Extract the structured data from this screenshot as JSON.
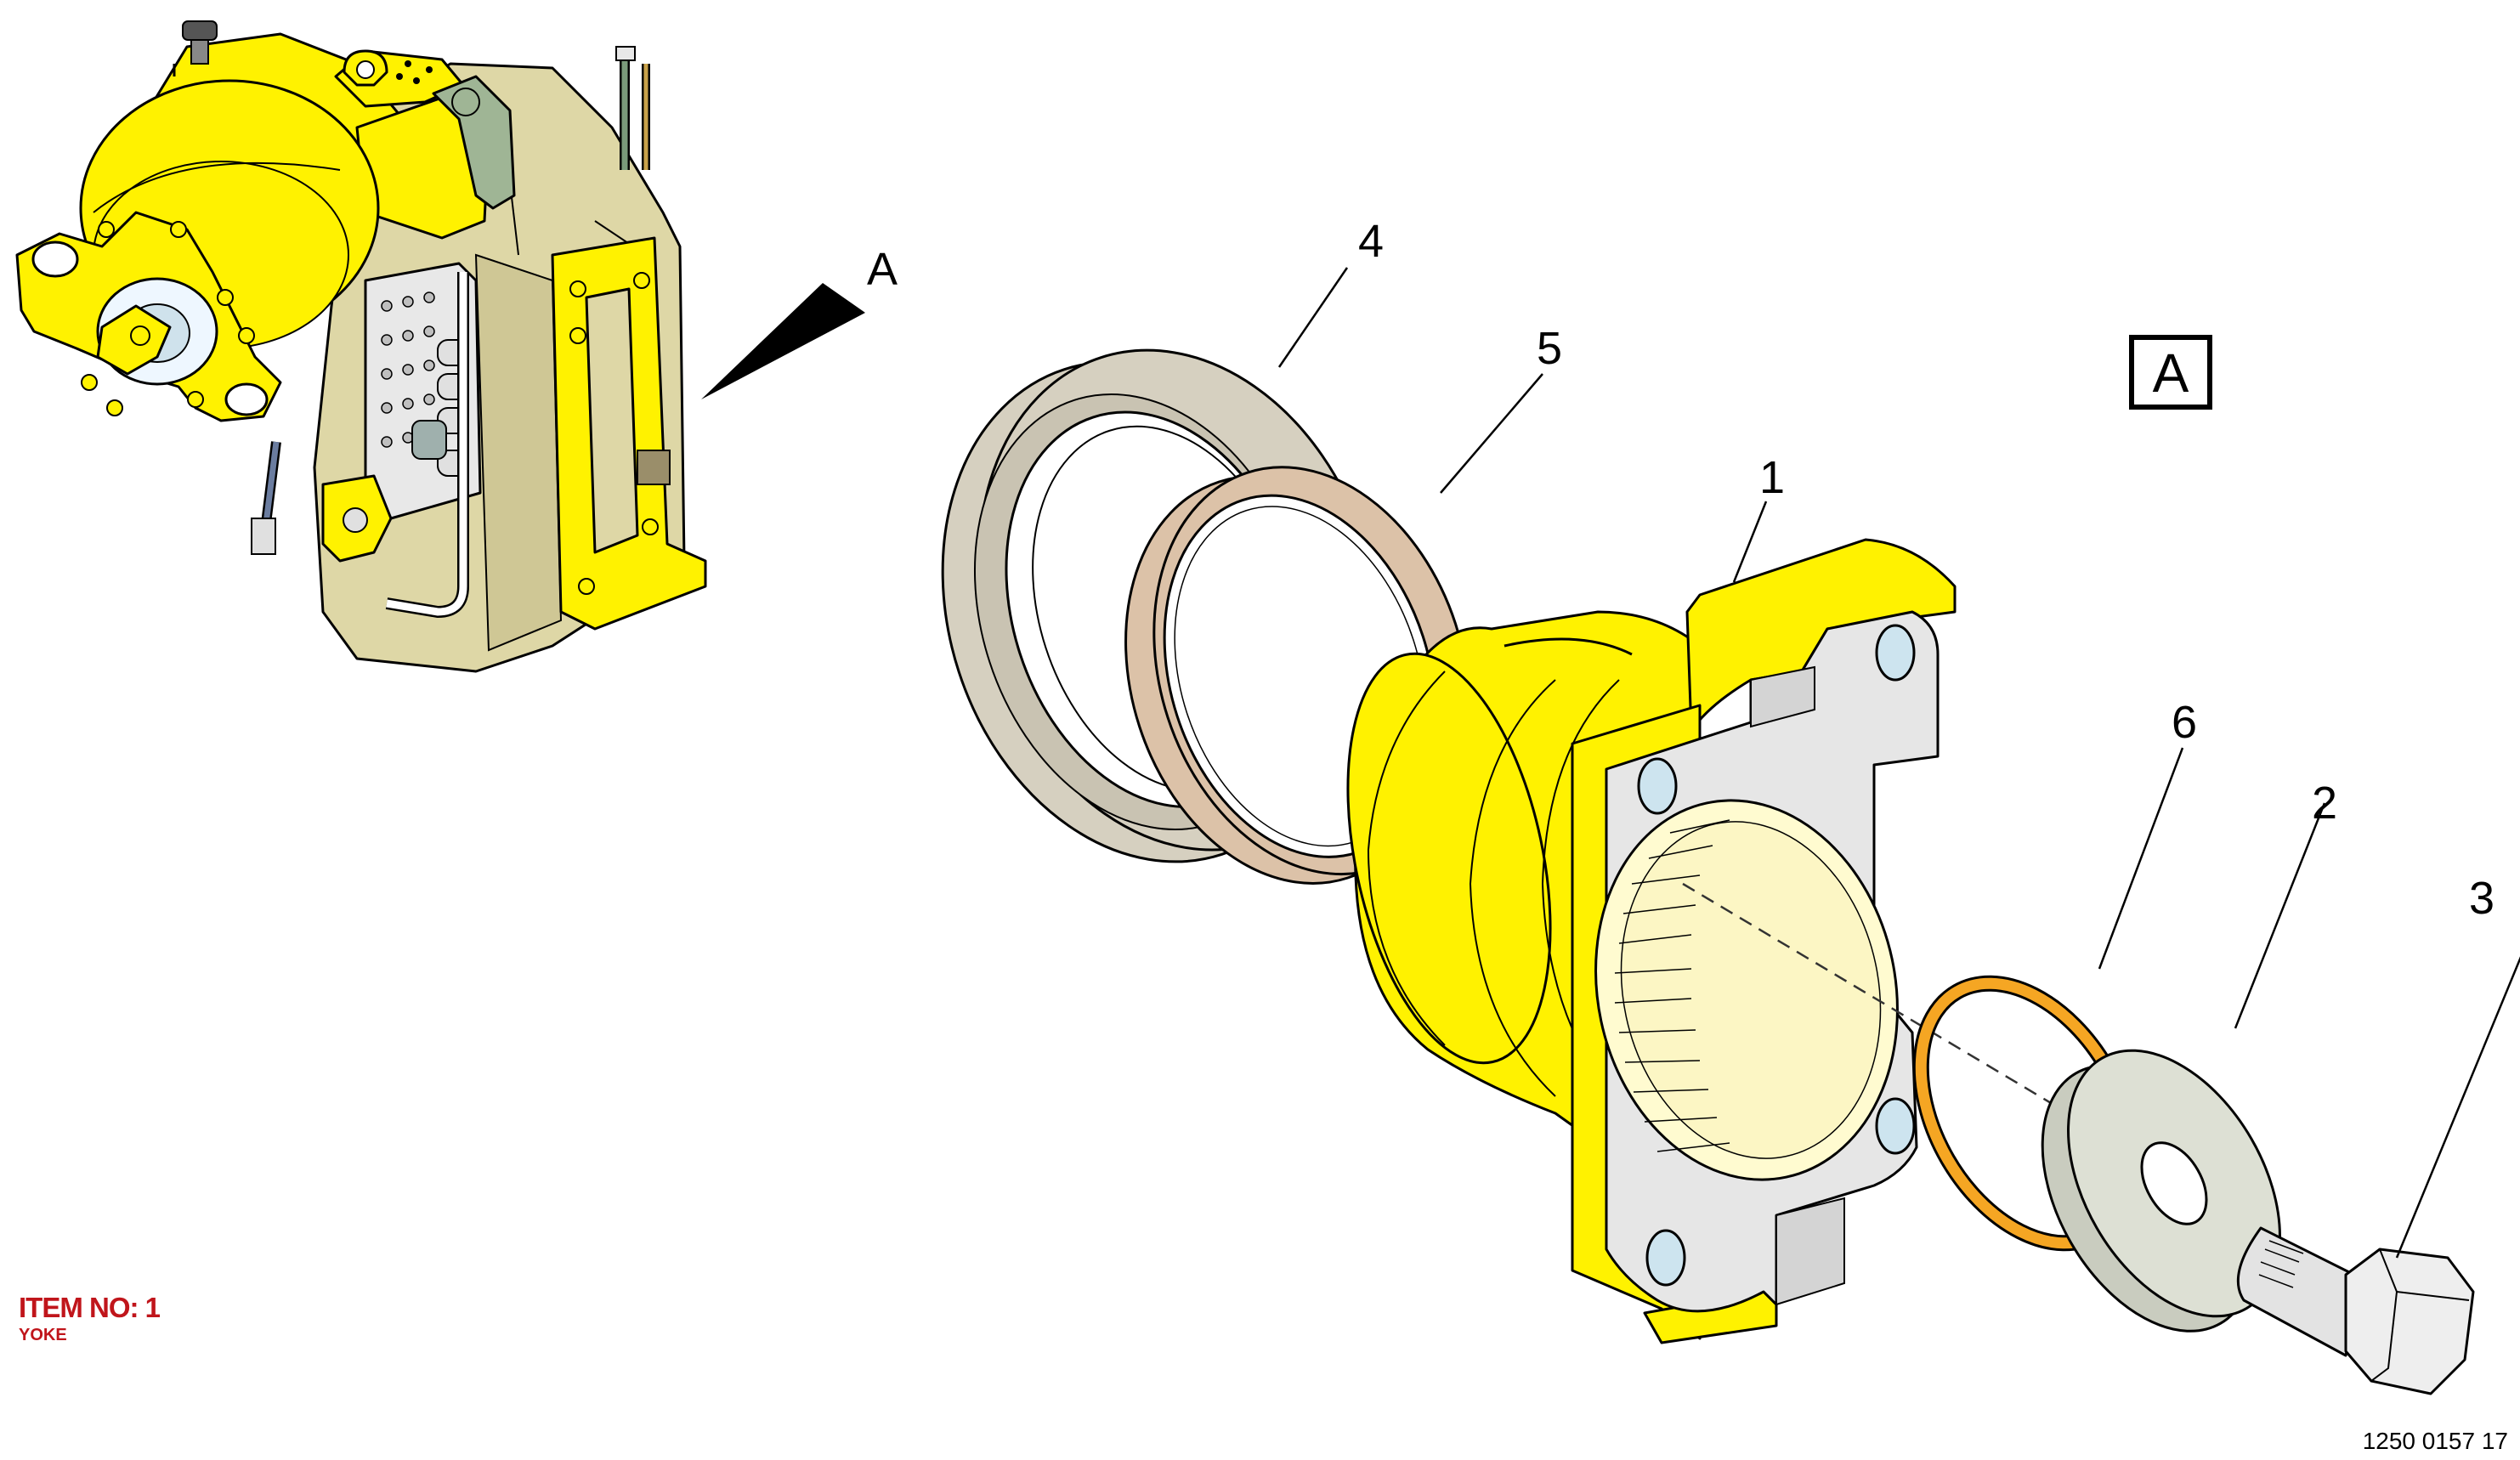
{
  "view_label": "A",
  "view_box_label": "A",
  "callouts": [
    {
      "id": "1",
      "label": "1"
    },
    {
      "id": "2",
      "label": "2"
    },
    {
      "id": "3",
      "label": "3"
    },
    {
      "id": "4",
      "label": "4"
    },
    {
      "id": "5",
      "label": "5"
    },
    {
      "id": "6",
      "label": "6"
    }
  ],
  "item": {
    "number_text": "ITEM NO: 1",
    "name": "YOKE"
  },
  "drawing_number": "1250 0157 17",
  "colors": {
    "highlight_yellow": "#fff200",
    "housing_tan": "#ded7a6",
    "seal_gray": "#d6d0c0",
    "ring_tan": "#dcc2a8",
    "washer_gray": "#dde0d4",
    "oring_orange": "#f5a623",
    "bolt_gray": "#e3e3e3",
    "flange_face": "#e6e6e6",
    "label_red": "#c0151b"
  },
  "icons": {
    "view_arrow": "view-direction-arrow-icon",
    "transmission": "transmission-assembly-icon"
  }
}
